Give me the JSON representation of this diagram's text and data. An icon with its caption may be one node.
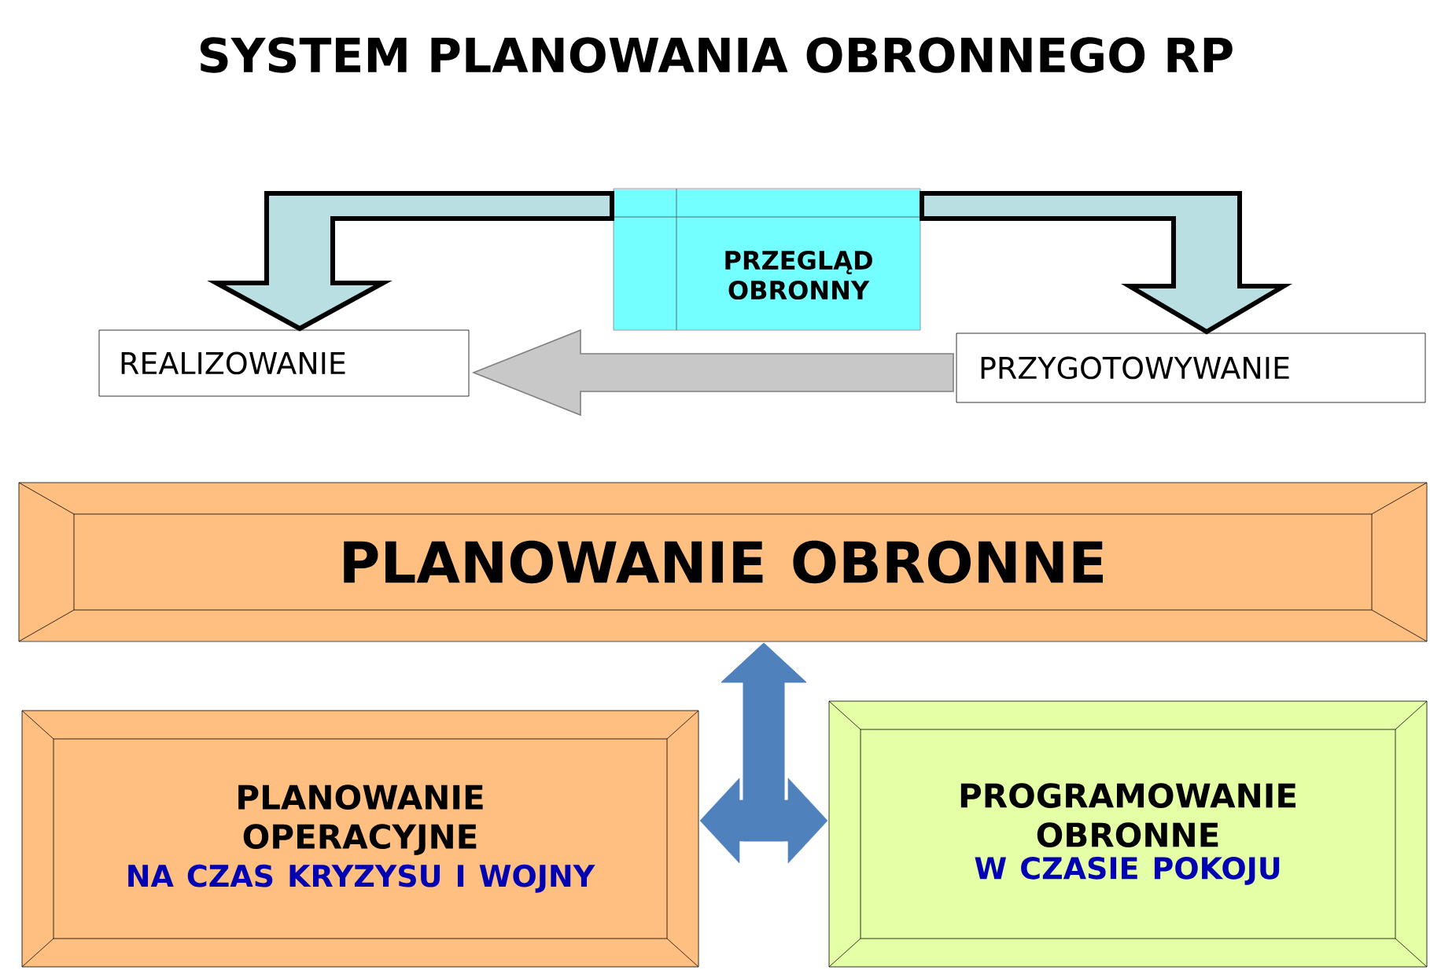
{
  "diagram": {
    "title": "SYSTEM PLANOWANIA OBRONNEGO RP",
    "nodes": [
      {
        "text": [
          "PRZEGLĄD OBRONNY"
        ]
      },
      {
        "text": [
          "REALIZOWANIE"
        ]
      },
      {
        "text": [
          "PRZYGOTOWYWANIE"
        ]
      },
      {
        "text": [
          "PLANOWANIE OBRONNE"
        ]
      },
      {
        "text": [
          "PLANOWANIE OPERACYJNE",
          "NA CZAS KRYZYSU I WOJNY"
        ]
      },
      {
        "text": [
          "PROGRAMOWANIE OBRONNE",
          "W CZASIE POKOJU"
        ]
      }
    ],
    "edges": [
      {
        "from": 0,
        "to": 1,
        "arrow": "to",
        "style": "thick",
        "color": "#b9dfe3"
      },
      {
        "from": 0,
        "to": 2,
        "arrow": "to",
        "style": "thick",
        "color": "#b9dfe3"
      },
      {
        "from": 2,
        "to": 1,
        "arrow": "to",
        "color": "#c8c8c8"
      },
      {
        "from": 3,
        "to": 4,
        "arrow": "both",
        "color": "#4f81bd"
      },
      {
        "from": 3,
        "to": 5,
        "arrow": "both",
        "color": "#4f81bd"
      }
    ]
  }
}
